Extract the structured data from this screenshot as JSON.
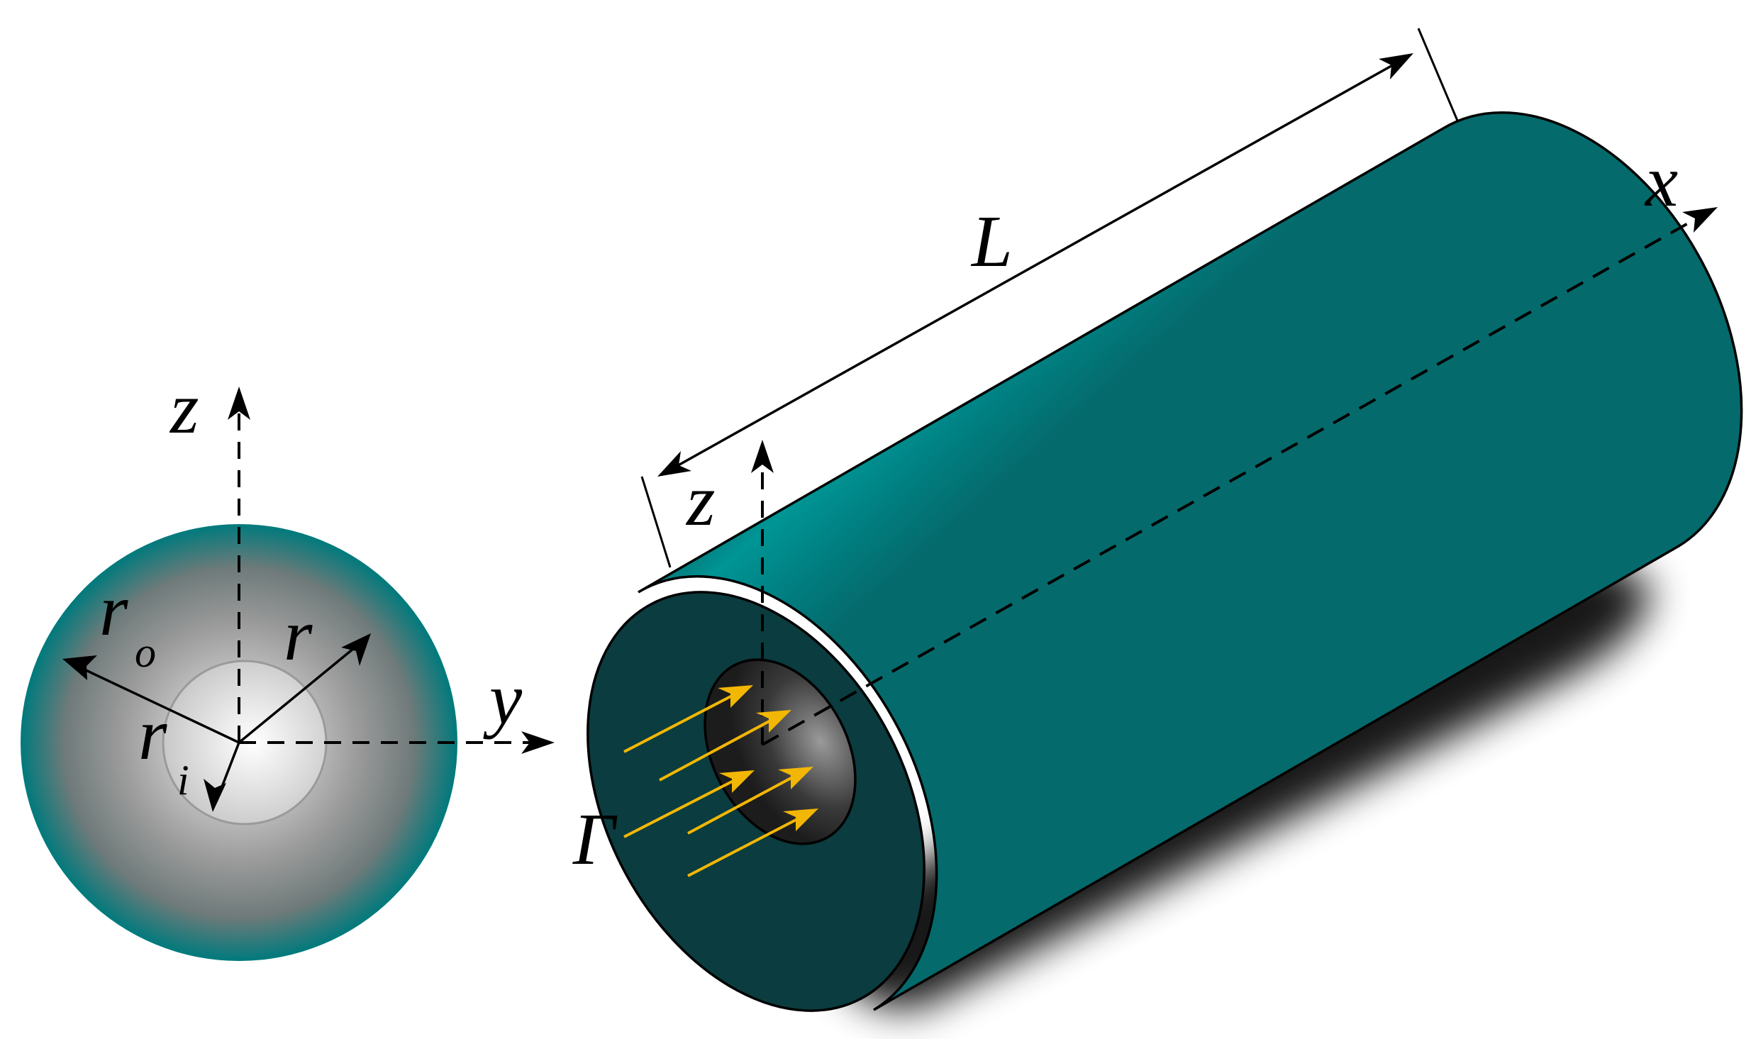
{
  "labels": {
    "cross_section": {
      "z": "z",
      "y": "y",
      "r_o_main": "r",
      "r_o_sub": "o",
      "r": "r",
      "r_i_main": "r",
      "r_i_sub": "i"
    },
    "cylinder": {
      "L": "L",
      "x": "x",
      "z": "z",
      "gamma": "Γ"
    }
  },
  "colors": {
    "teal": "#007a7c",
    "teal_light": "#009a9a",
    "teal_dark": "#0a4f52",
    "face": "#0b3c3f",
    "ink": "#000000",
    "flux_arrow": "#f2b705",
    "gray_center": "#f4f4f4",
    "gray_edge": "#8c8c8c"
  },
  "icons": {
    "arrowhead": "arrowhead-icon"
  }
}
